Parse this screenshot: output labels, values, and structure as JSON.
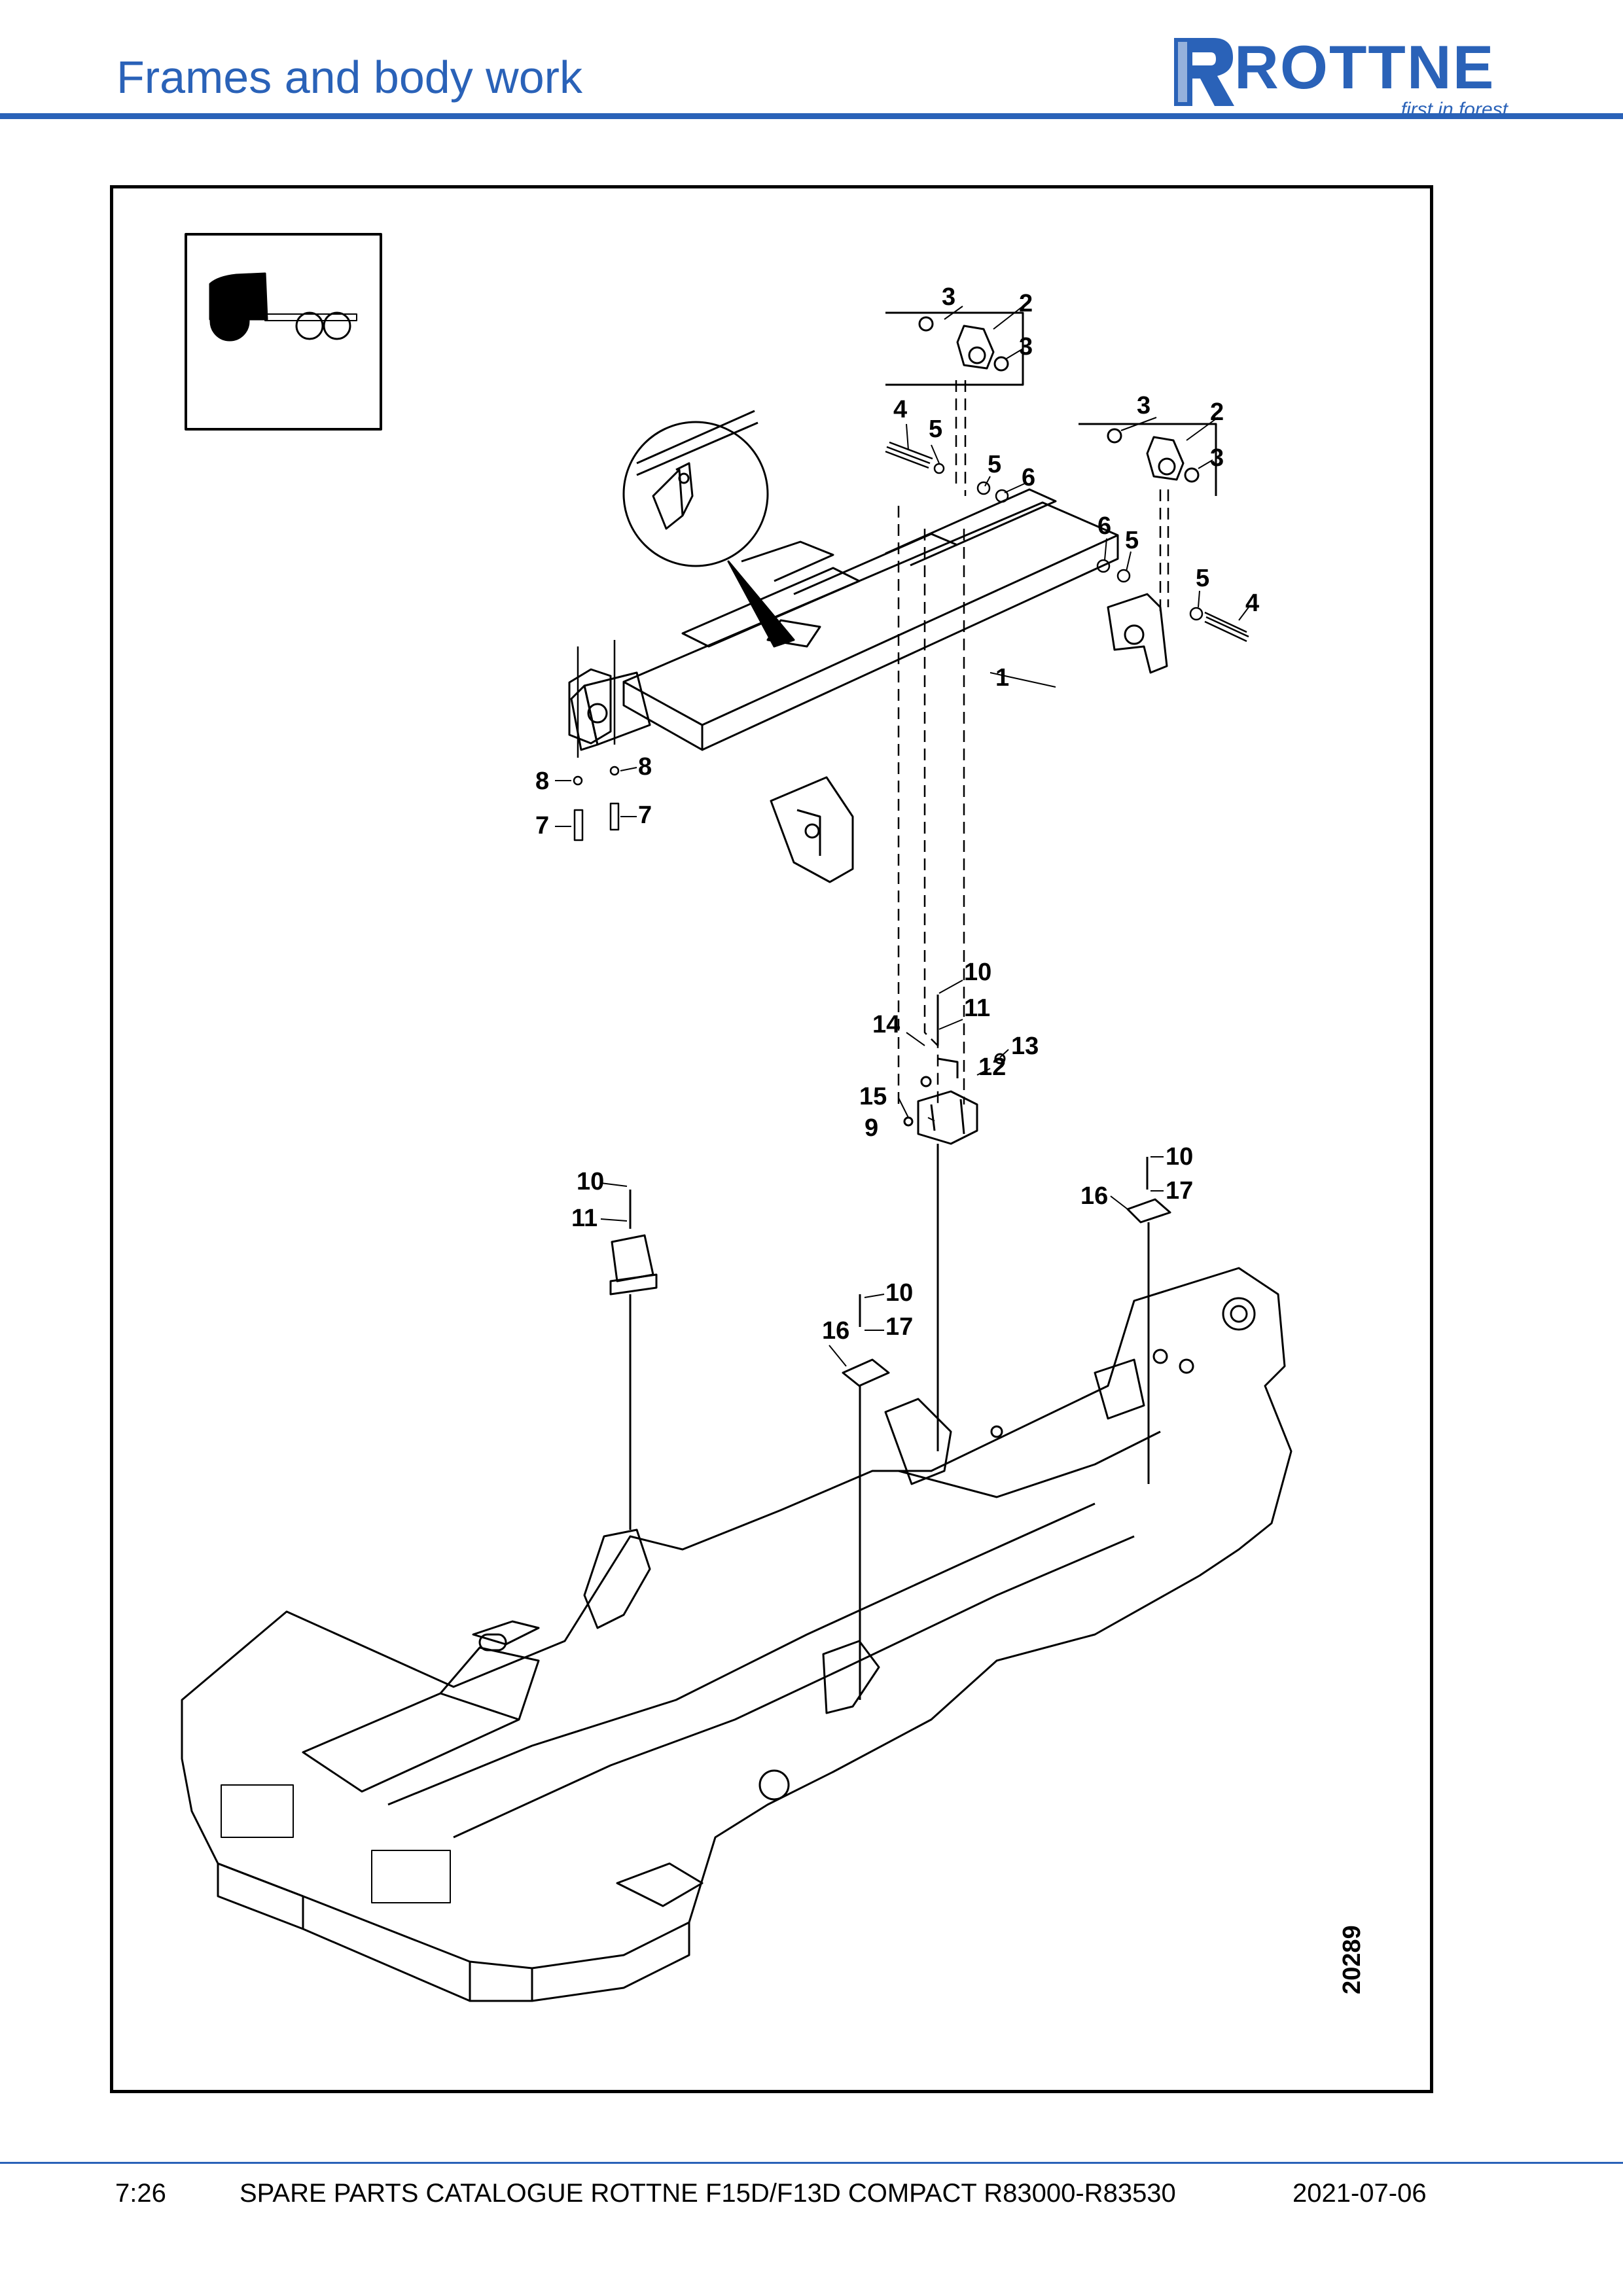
{
  "header": {
    "title": "Frames and body work",
    "logo_word": "ROTTNE",
    "logo_tagline": "first in forest"
  },
  "drawing": {
    "drawing_number": "20289",
    "callouts": [
      {
        "id": "c3a",
        "label": "3"
      },
      {
        "id": "c2a",
        "label": "2"
      },
      {
        "id": "c3b",
        "label": "3"
      },
      {
        "id": "c3c",
        "label": "3"
      },
      {
        "id": "c2b",
        "label": "2"
      },
      {
        "id": "c3d",
        "label": "3"
      },
      {
        "id": "c4a",
        "label": "4"
      },
      {
        "id": "c5a",
        "label": "5"
      },
      {
        "id": "c5b",
        "label": "5"
      },
      {
        "id": "c6a",
        "label": "6"
      },
      {
        "id": "c6b",
        "label": "6"
      },
      {
        "id": "c5c",
        "label": "5"
      },
      {
        "id": "c5d",
        "label": "5"
      },
      {
        "id": "c4b",
        "label": "4"
      },
      {
        "id": "c1",
        "label": "1"
      },
      {
        "id": "c8a",
        "label": "8"
      },
      {
        "id": "c8b",
        "label": "8"
      },
      {
        "id": "c7a",
        "label": "7"
      },
      {
        "id": "c7b",
        "label": "7"
      },
      {
        "id": "c10a",
        "label": "10"
      },
      {
        "id": "c11a",
        "label": "11"
      },
      {
        "id": "c14",
        "label": "14"
      },
      {
        "id": "c13",
        "label": "13"
      },
      {
        "id": "c12",
        "label": "12"
      },
      {
        "id": "c15",
        "label": "15"
      },
      {
        "id": "c9",
        "label": "9"
      },
      {
        "id": "c10b",
        "label": "10"
      },
      {
        "id": "c17a",
        "label": "17"
      },
      {
        "id": "c16a",
        "label": "16"
      },
      {
        "id": "c10c",
        "label": "10"
      },
      {
        "id": "c11b",
        "label": "11"
      },
      {
        "id": "c10d",
        "label": "10"
      },
      {
        "id": "c16b",
        "label": "16"
      },
      {
        "id": "c17b",
        "label": "17"
      }
    ]
  },
  "footer": {
    "page_number": "7:26",
    "catalogue_title": "SPARE PARTS CATALOGUE ROTTNE F15D/F13D COMPACT R83000-R83530",
    "date": "2021-07-06"
  },
  "colors": {
    "brand_blue": "#2a62b8",
    "line": "#000000"
  }
}
